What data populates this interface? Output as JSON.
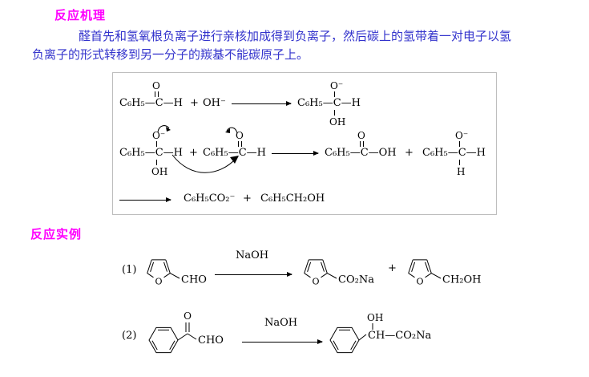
{
  "headings": {
    "mechanism": "反应机理",
    "examples": "反应实例"
  },
  "paragraph": {
    "line1": "醛首先和氢氧根负离子进行亲核加成得到负离子，然后碳上的氢带着一对电子以氢",
    "line2": "负离子的形式转移到另一分子的羰基不能碳原子上。"
  },
  "labels": {
    "phch_frag": "C₆H₅—C—H",
    "phcooh_frag": "C₆H₅—C—OH",
    "o": "O",
    "o_minus": "O⁻",
    "oh": "OH",
    "h": "H",
    "plus": "+",
    "hydroxide": "OH⁻",
    "benzoate": "C₆H₅CO₂⁻",
    "benzyl_alcohol": "C₆H₅CH₂OH",
    "num1": "(1)",
    "num2": "(2)",
    "naoh": "NaOH",
    "cho": "CHO",
    "co2na": "CO₂Na",
    "ch2oh": "CH₂OH",
    "ch_co2na": "CH—CO₂Na"
  },
  "colors": {
    "heading": "#ff00ff",
    "paragraph": "#3333cc",
    "structures": "#000000",
    "box_border": "#bdbdbd"
  }
}
